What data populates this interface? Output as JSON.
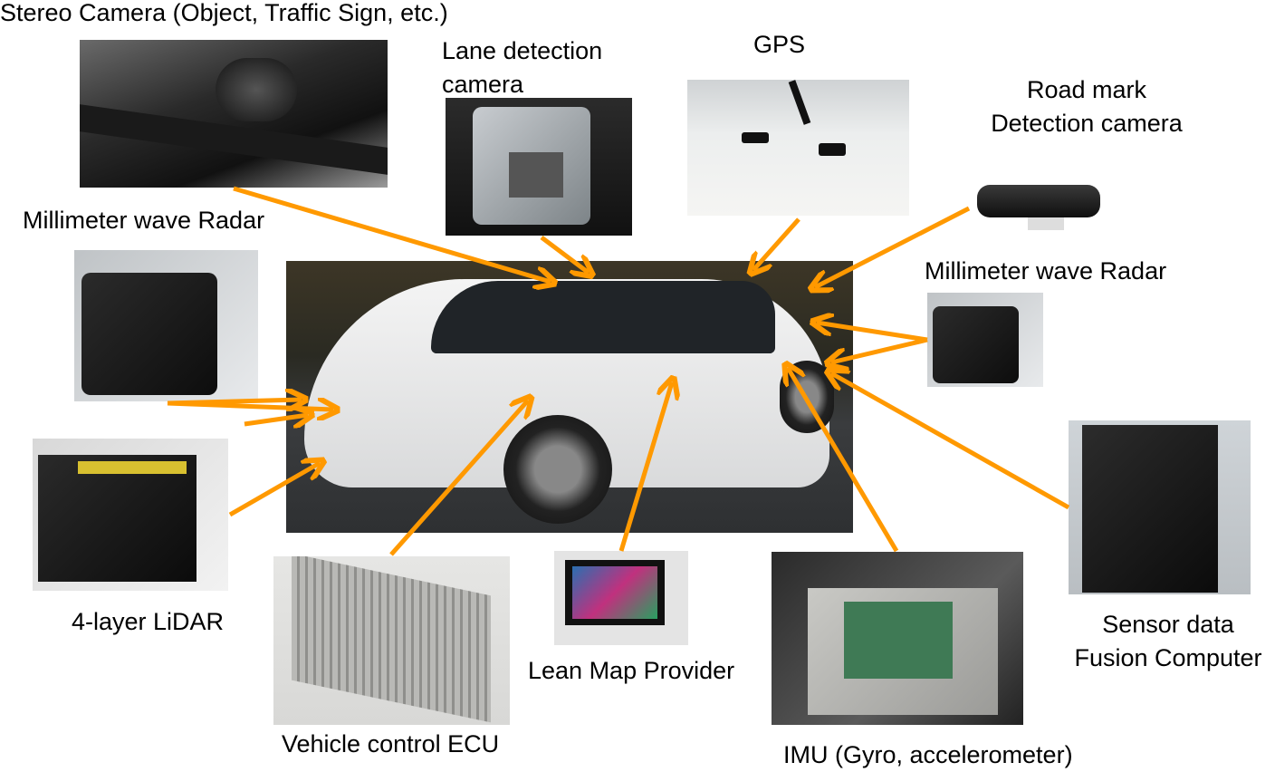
{
  "labels": {
    "stereo_camera": "Stereo Camera (Object, Traffic Sign, etc.)",
    "lane_camera_line1": "Lane detection",
    "lane_camera_line2": "camera",
    "gps": "GPS",
    "road_mark_line1": "Road mark",
    "road_mark_line2": "Detection camera",
    "radar_left": "Millimeter wave Radar",
    "radar_right": "Millimeter wave Radar",
    "lidar": "4-layer LiDAR",
    "ecu": "Vehicle control ECU",
    "map": "Lean Map Provider",
    "imu": "IMU (Gyro, accelerometer)",
    "fusion_line1": "Sensor data",
    "fusion_line2": "Fusion Computer"
  },
  "colors": {
    "arrow": "#FF9900"
  }
}
